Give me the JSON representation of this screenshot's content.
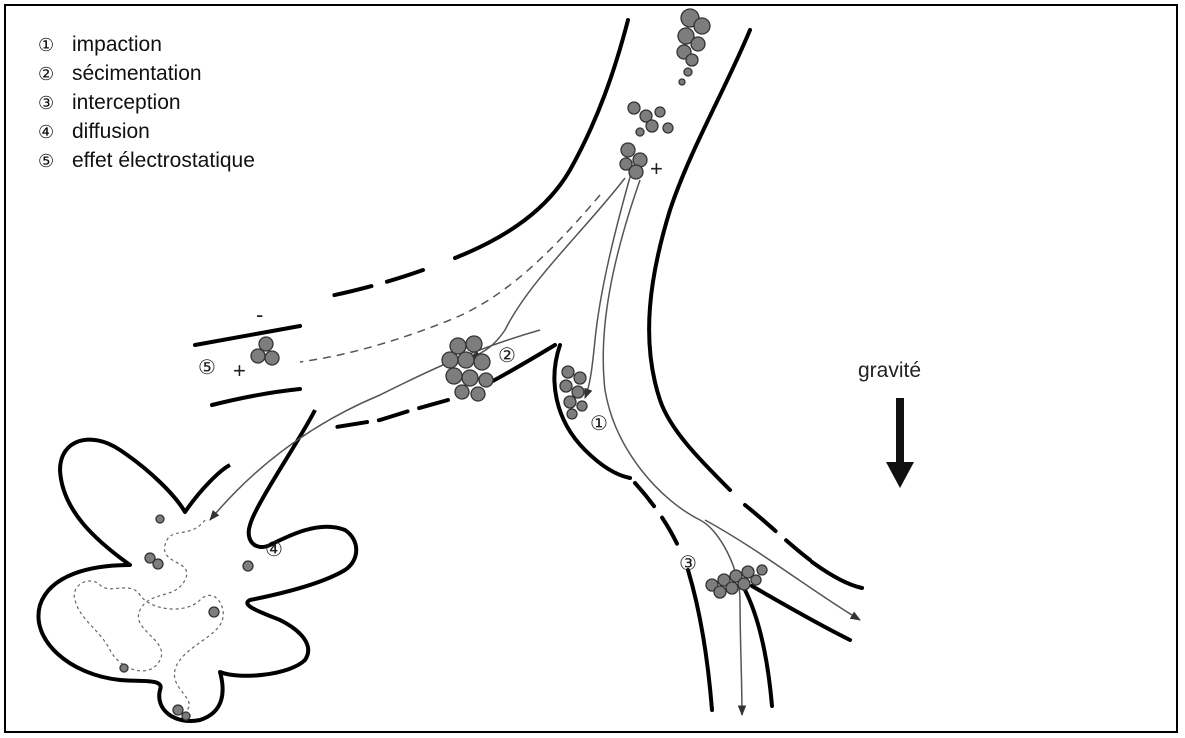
{
  "legend": {
    "items": [
      {
        "num": "①",
        "label": "impaction"
      },
      {
        "num": "②",
        "label": "sécimentation"
      },
      {
        "num": "③",
        "label": "interception"
      },
      {
        "num": "④",
        "label": "diffusion"
      },
      {
        "num": "⑤",
        "label": "effet électrostatique"
      }
    ]
  },
  "markers": {
    "m1": "①",
    "m2": "②",
    "m3": "③",
    "m4": "④",
    "m5": "⑤"
  },
  "charges": {
    "plus_top": "+",
    "plus_left": "+",
    "minus_left": "-"
  },
  "gravity": {
    "label": "gravité"
  },
  "colors": {
    "particle_fill": "#7d7d7d",
    "particle_stroke": "#333333",
    "wall": "#000000",
    "path": "#555555"
  }
}
